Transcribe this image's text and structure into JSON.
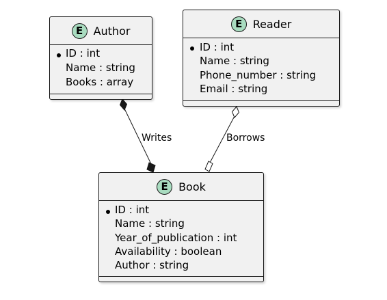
{
  "diagram": {
    "entities": [
      {
        "id": "author",
        "badge": "E",
        "name": "Author",
        "fields": [
          {
            "text": "ID : int",
            "primary_key": true
          },
          {
            "text": "Name : string",
            "primary_key": false
          },
          {
            "text": "Books : array",
            "primary_key": false
          }
        ]
      },
      {
        "id": "reader",
        "badge": "E",
        "name": "Reader",
        "fields": [
          {
            "text": "ID : int",
            "primary_key": true
          },
          {
            "text": "Name : string",
            "primary_key": false
          },
          {
            "text": "Phone_number : string",
            "primary_key": false
          },
          {
            "text": "Email : string",
            "primary_key": false
          }
        ]
      },
      {
        "id": "book",
        "badge": "E",
        "name": "Book",
        "fields": [
          {
            "text": "ID : int",
            "primary_key": true
          },
          {
            "text": "Name : string",
            "primary_key": false
          },
          {
            "text": "Year_of_publication : int",
            "primary_key": false
          },
          {
            "text": "Availability : boolean",
            "primary_key": false
          },
          {
            "text": "Author : string",
            "primary_key": false
          }
        ]
      }
    ],
    "relationships": [
      {
        "id": "writes",
        "label": "Writes",
        "from": "author",
        "to": "book",
        "kind": "composition"
      },
      {
        "id": "borrows",
        "label": "Borrows",
        "from": "reader",
        "to": "book",
        "kind": "aggregation"
      }
    ],
    "colors": {
      "entity_fill": "#f1f1f1",
      "badge_fill": "#a9dcc0",
      "stroke": "#181818"
    }
  }
}
